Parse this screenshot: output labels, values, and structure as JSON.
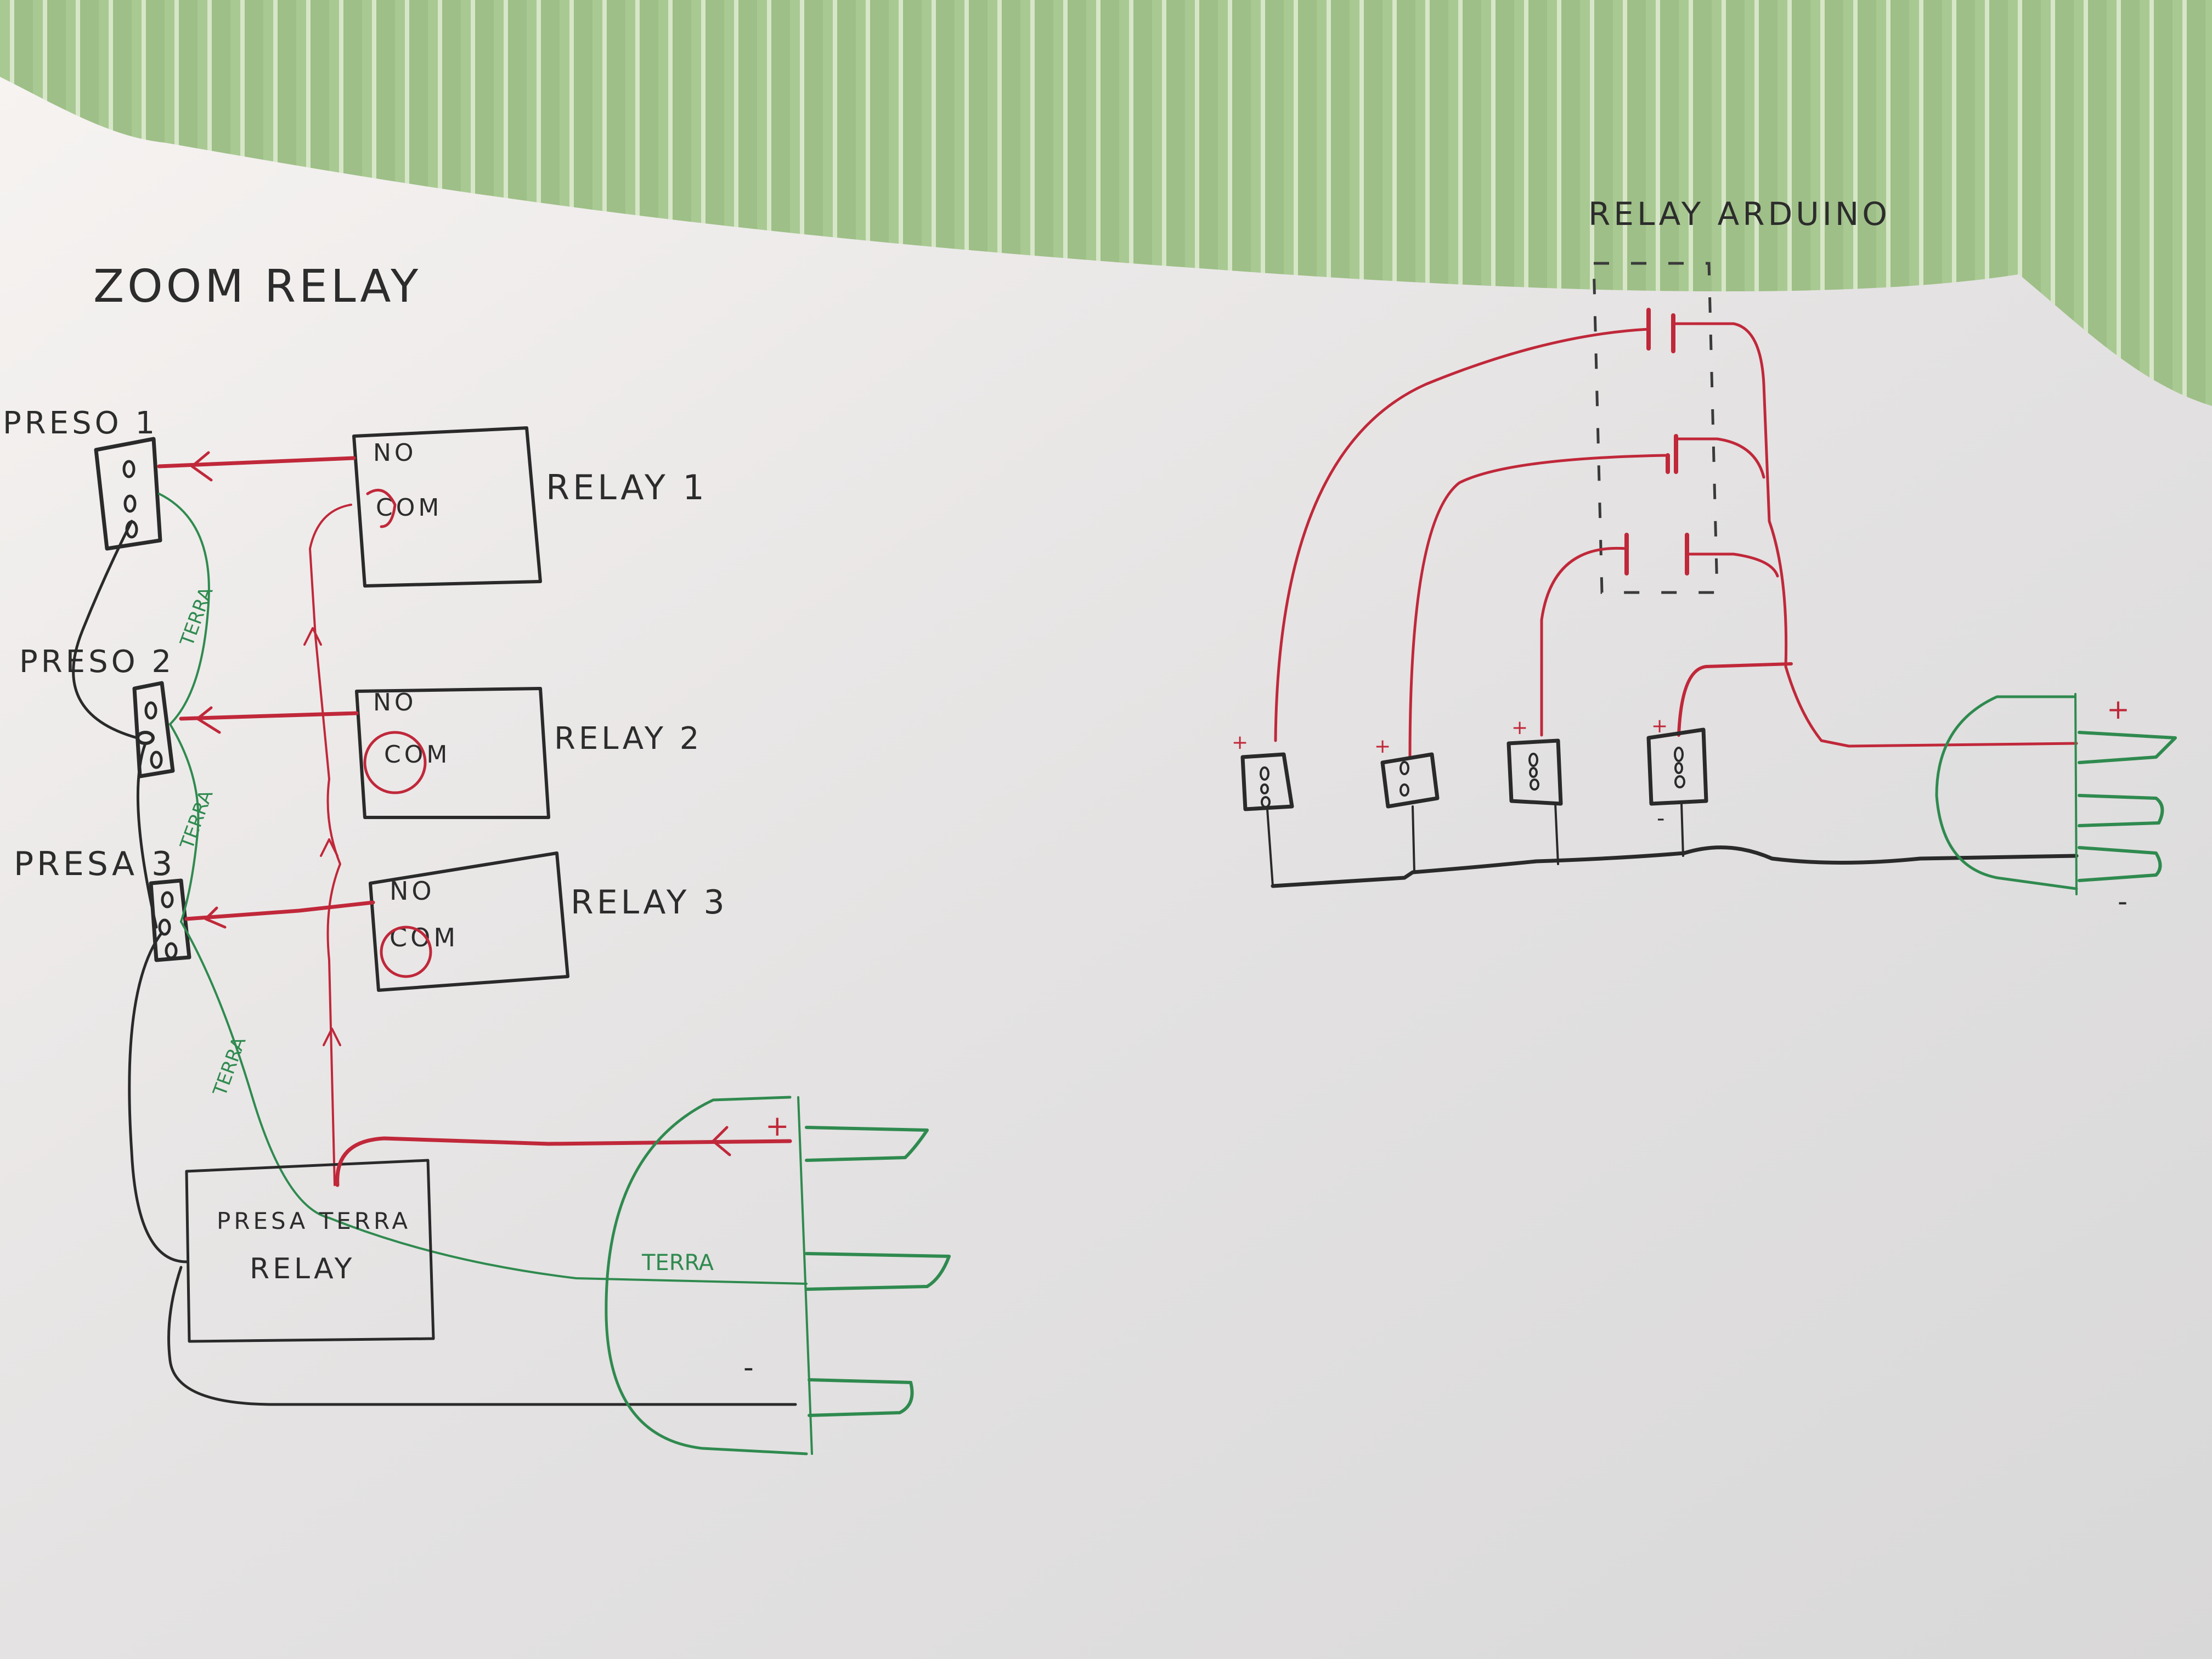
{
  "colors": {
    "paper": "#e9e7e6",
    "fabric": "#9dbf86",
    "ink_black": "#2a2a2a",
    "ink_red": "#c0283a",
    "ink_green": "#2f8a4f"
  },
  "left_diagram": {
    "title": "ZOOM RELAY",
    "sockets": [
      {
        "label": "PRESO 1"
      },
      {
        "label": "PRESO 2"
      },
      {
        "label": "PRESA 3"
      }
    ],
    "relays": [
      {
        "label": "RELAY 1",
        "no": "NO",
        "com": "COM"
      },
      {
        "label": "RELAY 2",
        "no": "NO",
        "com": "COM"
      },
      {
        "label": "RELAY 3",
        "no": "NO",
        "com": "COM"
      }
    ],
    "earth_labels": [
      "TERRA",
      "TERRA",
      "TERRA"
    ],
    "main_relay": {
      "line1": "PRESA TERRA",
      "line2": "RELAY"
    },
    "plug": {
      "plus": "+",
      "earth": "TERRA",
      "minus": "-"
    }
  },
  "right_diagram": {
    "title": "RELAY ARDUINO",
    "sockets": [
      {
        "polarity": "+"
      },
      {
        "polarity": "+"
      },
      {
        "polarity": "+"
      },
      {
        "polarity": "+",
        "minus": "-"
      }
    ],
    "plug": {
      "plus": "+",
      "minus": "-"
    }
  }
}
